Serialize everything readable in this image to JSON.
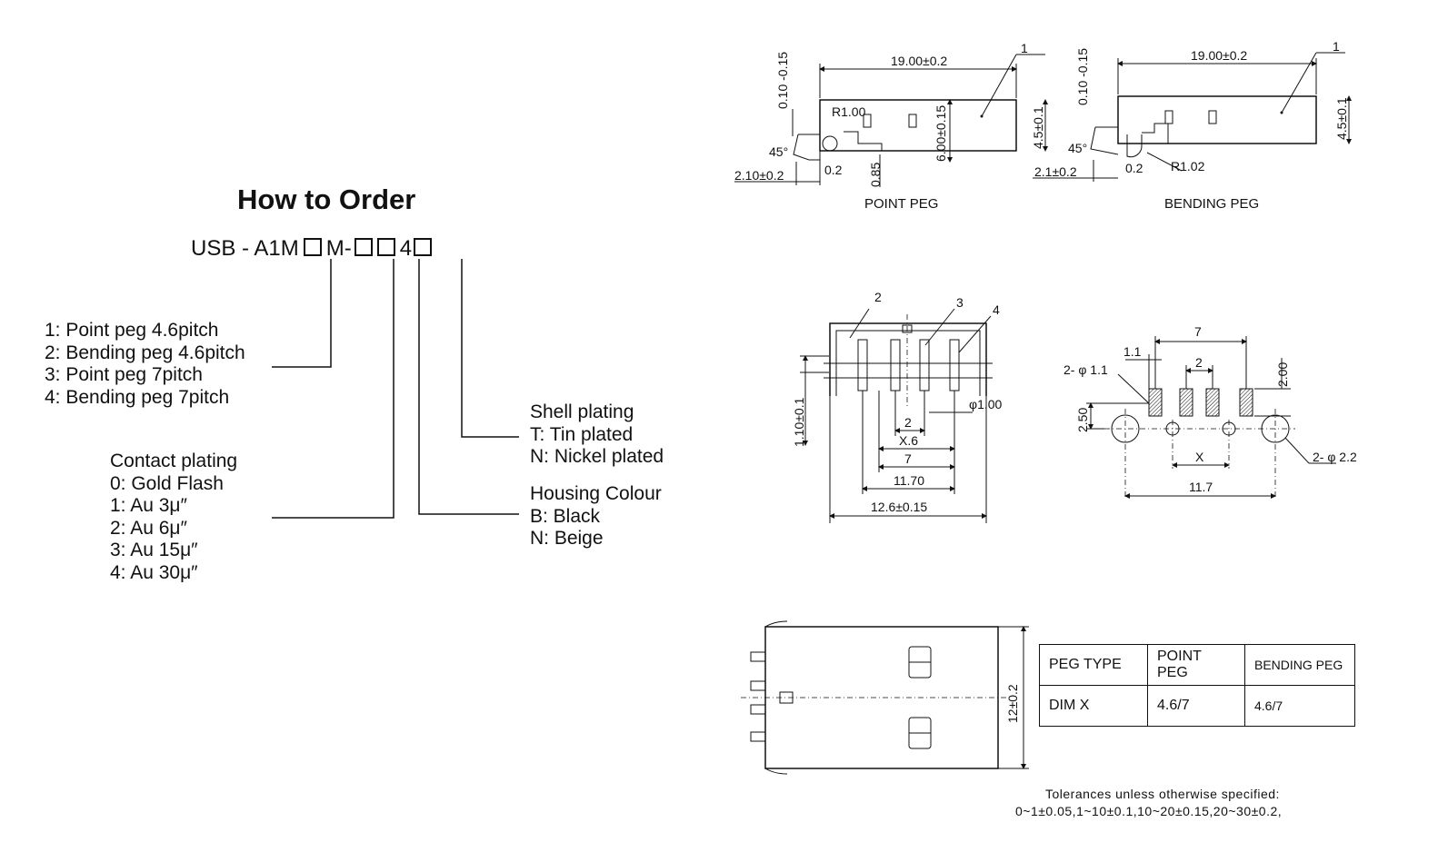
{
  "how_to_order": {
    "title": "How to Order",
    "code": {
      "prefix": "USB - A1M",
      "mid": "M-",
      "digit": "4"
    },
    "peg_options": [
      "1: Point peg 4.6pitch",
      "2: Bending peg 4.6pitch",
      "3: Point peg 7pitch",
      "4: Bending peg 7pitch"
    ],
    "contact_plating": {
      "title": "Contact plating",
      "options": [
        "0: Gold Flash",
        "1: Au 3μ″",
        "2: Au 6μ″",
        "3: Au 15μ″",
        "4: Au 30μ″"
      ]
    },
    "housing_colour": {
      "title": "Housing Colour",
      "options": [
        "B: Black",
        "N: Beige"
      ]
    },
    "shell_plating": {
      "title": "Shell plating",
      "options": [
        "T: Tin plated",
        "N: Nickel plated"
      ]
    }
  },
  "drawings": {
    "point_peg": {
      "caption": "POINT PEG",
      "length": "19.00±0.2",
      "thickness": "0.10 -0.15",
      "radius": "R1.00",
      "angle": "45°",
      "offset": "2.10±0.2",
      "gap": "0.2",
      "peg_len": "0.85",
      "height": "6.00±0.15",
      "body_h": "4.5±0.1",
      "ref": "1"
    },
    "bending_peg": {
      "caption": "BENDING PEG",
      "length": "19.00±0.2",
      "thickness": "0.10 -0.15",
      "radius": "R1.02",
      "angle": "45°",
      "offset": "2.1±0.2",
      "gap": "0.2",
      "body_h": "4.5±0.1",
      "ref": "1"
    },
    "front_view": {
      "refs": [
        "2",
        "3",
        "4"
      ],
      "pin_height": "1.10±0.1",
      "hole_dia": "φ1.00",
      "pitch": "2",
      "x_dim": "X.6",
      "span_7": "7",
      "span_1170": "11.70",
      "width": "12.6±0.15"
    },
    "footprint": {
      "span_top": "7",
      "pad_w": "1.1",
      "pad_pitch": "2",
      "pad_h": "2.00",
      "pad_dia": "2- φ 1.1",
      "row_gap": "2.50",
      "x_dim": "X",
      "hole_dia": "2- φ 2.2",
      "span_bottom": "11.7"
    },
    "top_view": {
      "width": "12±0.2"
    }
  },
  "peg_table": {
    "headers": [
      "PEG TYPE",
      "POINT PEG",
      "BENDING PEG"
    ],
    "row_label": "DIM X",
    "row_values": [
      "4.6/7",
      "4.6/7"
    ]
  },
  "tolerances": {
    "line1": "Tolerances unless otherwise specified:",
    "line2": "0~1±0.05,1~10±0.1,10~20±0.15,20~30±0.2,"
  }
}
